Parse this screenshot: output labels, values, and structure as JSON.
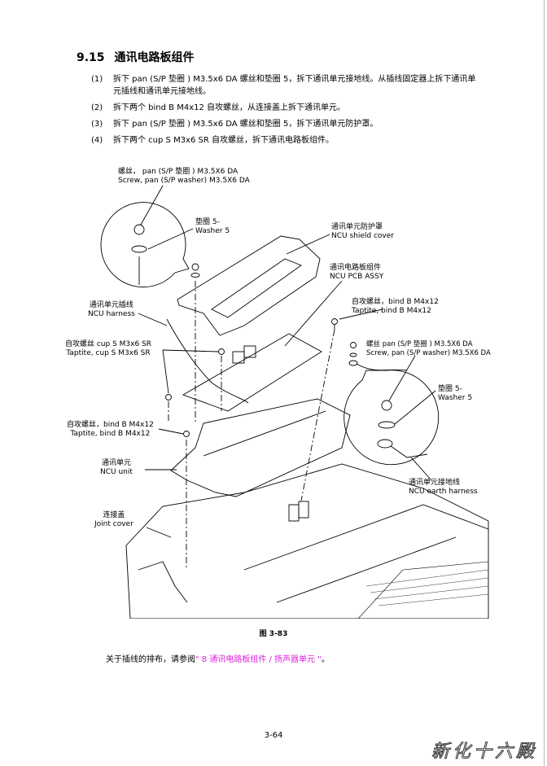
{
  "section": {
    "number": "9.15",
    "title": "通讯电路板组件"
  },
  "steps": [
    {
      "n": "(1)",
      "text": "拆下 pan (S/P 垫圈 ) M3.5x6 DA 螺丝和垫圈 5，拆下通讯单元接地线。从插线固定器上拆下通讯单元插线和通讯单元接地线。"
    },
    {
      "n": "(2)",
      "text": "拆下两个 bind B M4x12 自攻螺丝，从连接盖上拆下通讯单元。"
    },
    {
      "n": "(3)",
      "text": "拆下 pan (S/P 垫圈 ) M3.5x6 DA 螺丝和垫圈 5，拆下通讯单元防护罩。"
    },
    {
      "n": "(4)",
      "text": "拆下两个 cup S M3x6 SR 自攻螺丝，拆下通讯电路板组件。"
    }
  ],
  "labels": {
    "screw_pan_top": [
      "螺丝， pan (S/P 垫圈 ) M3.5X6 DA",
      "Screw, pan (S/P washer) M3.5X6 DA"
    ],
    "washer5_top": [
      "垫圈 5-",
      "Washer 5"
    ],
    "shield_cover": [
      "通讯单元防护罩",
      "NCU shield cover"
    ],
    "pcb_assy": [
      "通讯电路板组件",
      "NCU PCB ASSY"
    ],
    "harness": [
      "通讯单元插线",
      "NCU harness"
    ],
    "taptite_bind_right": [
      "自攻螺丝，bind B M4x12",
      "Taptite, bind B M4x12"
    ],
    "taptite_cup": [
      "自攻螺丝 cup S M3x6 SR",
      "Taptite, cup S M3x6 SR"
    ],
    "screw_pan_right": [
      "螺丝 pan (S/P 垫圈 ) M3.5X6 DA",
      "Screw, pan (S/P washer) M3.5X6 DA"
    ],
    "washer5_right": [
      "垫圈 5-",
      "Washer 5"
    ],
    "taptite_bind_left": [
      "自攻螺丝，bind B M4x12",
      "Taptite, bind B M4x12"
    ],
    "ncu_unit": [
      "通讯单元",
      "NCU unit"
    ],
    "earth_harness": [
      "通讯单元接地线",
      "NCU earth harness"
    ],
    "joint_cover": [
      "连接盖",
      "Joint cover"
    ]
  },
  "figure_caption": "图 3-83",
  "note": {
    "prefix": "关于插线的排布，请参阅",
    "link": "\" 8  通讯电路板组件 / 扬声器单元 \"",
    "suffix": "。",
    "link_color": "#e020e0"
  },
  "page_number": "3-64",
  "watermark": "新化十六殿"
}
